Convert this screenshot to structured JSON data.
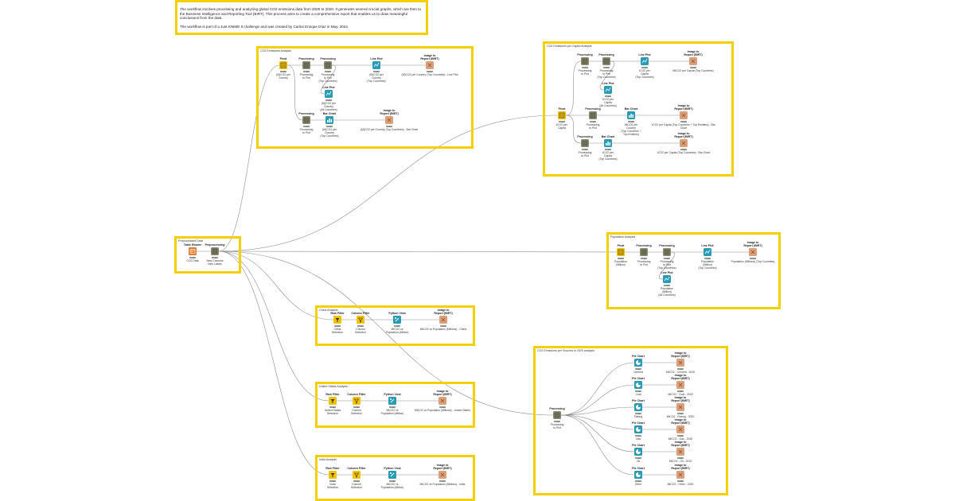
{
  "note": {
    "paragraph_1": "The workflow involves processing and analyzing global CO2 emissions data from 2000 to 2020. It generates several crucial graphs, which are then to the Business Intelligence and Reporting Tool (BIRT). This process aims to create a comprehensive report that enables us to draw meaningful conclusions from the data.",
    "paragraph_2": "The workflow is part of a Just KNIME It challenge and was created by Carlos Enrique Díaz in May, 2024."
  },
  "groups": {
    "co2": "CO2 Emissions Analysis",
    "capita": "CO2 Emissions per Capita Analysis",
    "prep": "Preprocessed Data",
    "pop": "Population Analysis",
    "china": "China Analysis",
    "us": "United States Analysis",
    "india": "India Analysis",
    "src2020": "CO2 Emissions per Sources in 2020 analysis"
  },
  "nodes": {
    "prep_reader": {
      "label": "Table Reader",
      "desc": "CO2 Data",
      "icon": "table-reader-icon"
    },
    "prep_proc": {
      "label": "Preprocessing",
      "desc": "New Columns\nNew Labels",
      "icon": "metanode-icon"
    },
    "co2_pivot": {
      "label": "Pivot",
      "desc": "(M)CO2 per\nCountry",
      "icon": "pivot-icon"
    },
    "co2_proc1": {
      "label": "Processing",
      "desc": "Processing\nto Plot",
      "icon": "metanode-icon"
    },
    "co2_proc2": {
      "label": "Processing",
      "desc": "Processing\nto Plot\n(Top Countries)",
      "icon": "metanode-icon"
    },
    "co2_line1": {
      "label": "Line Plot",
      "desc": "(M)CO2 per\nCountry\n(Top Countries)",
      "icon": "line-plot-icon"
    },
    "co2_img1": {
      "label": "Image to\nReport (BIRT)",
      "desc": "(M)CO2 per Country (Top Countries) - Line Plot",
      "icon": "image-report-icon"
    },
    "co2_line2": {
      "label": "Line Plot",
      "desc": "(M)CO2 per\nCountry\n(All Countries)",
      "icon": "line-plot-icon"
    },
    "co2_proc3": {
      "label": "Processing",
      "desc": "Processing\nto Plot",
      "icon": "metanode-icon"
    },
    "co2_bar": {
      "label": "Bar Chart",
      "desc": "(M)CO2 per\nCountry\n(Top Countries)",
      "icon": "bar-chart-icon"
    },
    "co2_img2": {
      "label": "Image to\nReport (BIRT)",
      "desc": "(M)CO2 per Country (Top Countries) - Bar Chart",
      "icon": "image-report-icon"
    },
    "cap_pivot": {
      "label": "Pivot",
      "desc": "tCO2 per\nCapita",
      "icon": "pivot-icon"
    },
    "cap_proc1": {
      "label": "Processing",
      "desc": "Processing\nto Plot",
      "icon": "metanode-icon"
    },
    "cap_proc2": {
      "label": "Processing",
      "desc": "Processing\nto Plot\n(Top Countries)",
      "icon": "metanode-icon"
    },
    "cap_line1": {
      "label": "Line Plot",
      "desc": "tCO2 per\nCapita\n(Top Countries)",
      "icon": "line-plot-icon"
    },
    "cap_img1": {
      "label": "Image to\nReport (BIRT)",
      "desc": "MtCO2 per Capita (Top Countries)",
      "icon": "image-report-icon"
    },
    "cap_line2": {
      "label": "Line Plot",
      "desc": "tCO2 per\nCapita\n(All Countries)",
      "icon": "line-plot-icon"
    },
    "cap_proc3": {
      "label": "Processing",
      "desc": "Processing\nto Plot",
      "icon": "metanode-icon"
    },
    "cap_bar1": {
      "label": "Bar Chart",
      "desc": "MtCO2 per\nCountry\n(Top Countries +\nTop Emitters)",
      "icon": "bar-chart-icon"
    },
    "cap_img2": {
      "label": "Image to\nReport (BIRT)",
      "desc": "tCO2 per Capita (Top Countries + Top Emitters) - Bar Chart",
      "icon": "image-report-icon"
    },
    "cap_proc4": {
      "label": "Processing",
      "desc": "Processing\nto Plot",
      "icon": "metanode-icon"
    },
    "cap_bar2": {
      "label": "Bar Chart",
      "desc": "tCO2 per\nCapita\n(Top Countries)",
      "icon": "bar-chart-icon"
    },
    "cap_img3": {
      "label": "Image to\nReport (BIRT)",
      "desc": "tCO2 per Capita (Top Countries) - Bar Chart",
      "icon": "image-report-icon"
    },
    "pop_pivot": {
      "label": "Pivot",
      "desc": "Population\n(Million)",
      "icon": "pivot-icon"
    },
    "pop_proc1": {
      "label": "Processing",
      "desc": "Processing\nto Plot",
      "icon": "metanode-icon"
    },
    "pop_proc2": {
      "label": "Processing",
      "desc": "Processing\nto Plot\n(Top Countries)",
      "icon": "metanode-icon"
    },
    "pop_line1": {
      "label": "Line Plot",
      "desc": "Population\n(Million)\n(Top Countries)",
      "icon": "line-plot-icon"
    },
    "pop_img": {
      "label": "Image to\nReport (BIRT)",
      "desc": "Population (Millions) (Top Countries)",
      "icon": "image-report-icon"
    },
    "pop_line2": {
      "label": "Line Plot",
      "desc": "Population\n(Million)\n(All Countries)",
      "icon": "line-plot-icon"
    },
    "ch_row": {
      "label": "Row Filter",
      "desc": "China\nSelection",
      "icon": "row-filter-icon"
    },
    "ch_col": {
      "label": "Column Filter",
      "desc": "Column\nSelection",
      "icon": "column-filter-icon"
    },
    "ch_py": {
      "label": "Python View",
      "desc": "MtCO2 vs\nPopulation (Million)",
      "icon": "python-view-icon"
    },
    "ch_img": {
      "label": "Image to\nReport (BIRT)",
      "desc": "MtCO2 vs Population (Millions) - China",
      "icon": "image-report-icon"
    },
    "us_row": {
      "label": "Row Filter",
      "desc": "United States\nSelection",
      "icon": "row-filter-icon"
    },
    "us_col": {
      "label": "Column Filter",
      "desc": "Column\nSelection",
      "icon": "column-filter-icon"
    },
    "us_py": {
      "label": "Python View",
      "desc": "MtCO2 vs\nPopulation (Million)",
      "icon": "python-view-icon"
    },
    "us_img": {
      "label": "Image to\nReport (BIRT)",
      "desc": "MtCO2 vs Population (Millions) - United States",
      "icon": "image-report-icon"
    },
    "in_row": {
      "label": "Row Filter",
      "desc": "India\nSelection",
      "icon": "row-filter-icon"
    },
    "in_col": {
      "label": "Column Filter",
      "desc": "Column\nSelection",
      "icon": "column-filter-icon"
    },
    "in_py": {
      "label": "Python View",
      "desc": "MtCO2 vs\nPopulation (Million)",
      "icon": "python-view-icon"
    },
    "in_img": {
      "label": "Image to\nReport (BIRT)",
      "desc": "MtCO2 vs Population (Millions) - India",
      "icon": "image-report-icon"
    },
    "src_proc": {
      "label": "Processing",
      "desc": "Processing\nto Plot",
      "icon": "metanode-icon"
    },
    "src_pie1": {
      "label": "Pie Chart",
      "desc": "Cement",
      "icon": "pie-chart-icon"
    },
    "src_img1": {
      "label": "Image to\nReport (BIRT)",
      "desc": "MtCO2 - Cement - 2020",
      "icon": "image-report-icon"
    },
    "src_pie2": {
      "label": "Pie Chart",
      "desc": "Coal",
      "icon": "pie-chart-icon"
    },
    "src_img2": {
      "label": "Image to\nReport (BIRT)",
      "desc": "MtCO2 - Coal - 2020",
      "icon": "image-report-icon"
    },
    "src_pie3": {
      "label": "Pie Chart",
      "desc": "Flaring",
      "icon": "pie-chart-icon"
    },
    "src_img3": {
      "label": "Image to\nReport (BIRT)",
      "desc": "MtCO2 - Flaring - 2020",
      "icon": "image-report-icon"
    },
    "src_pie4": {
      "label": "Pie Chart",
      "desc": "Gas",
      "icon": "pie-chart-icon"
    },
    "src_img4": {
      "label": "Image to\nReport (BIRT)",
      "desc": "MtCO2 - Gas - 2020",
      "icon": "image-report-icon"
    },
    "src_pie5": {
      "label": "Pie Chart",
      "desc": "Oil",
      "icon": "pie-chart-icon"
    },
    "src_img5": {
      "label": "Image to\nReport (BIRT)",
      "desc": "MtCO2 - Oil - 2020",
      "icon": "image-report-icon"
    },
    "src_pie6": {
      "label": "Pie Chart",
      "desc": "Other",
      "icon": "pie-chart-icon"
    },
    "src_img6": {
      "label": "Image to\nReport (BIRT)",
      "desc": "MtCO2 - Other - 2020",
      "icon": "image-report-icon"
    }
  },
  "colors": {
    "annotation_border": "#f5d000",
    "pivot": "#f2c200",
    "metanode": "#8a8a70",
    "view": "#2a9bb5",
    "image_report": "#d9a07a",
    "reader": "#e07a2f",
    "wire": "#8c8c8c"
  }
}
